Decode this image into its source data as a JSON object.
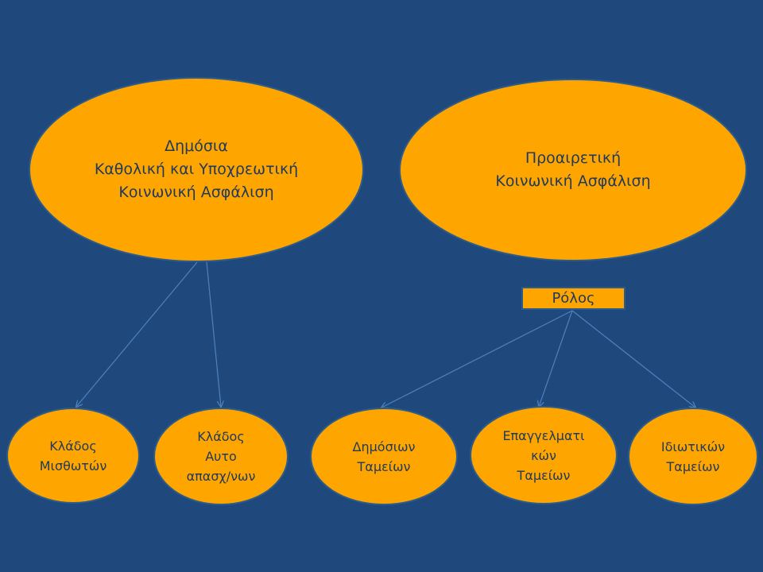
{
  "slide": {
    "background": "#1f497d",
    "node_fill": "#ffa500"
  },
  "nodes": {
    "public_insurance": "Δημόσια\nΚαθολική και Υποχρεωτική\nΚοινωνική Ασφάλιση",
    "voluntary_insurance": "Προαιρετική\nΚοινωνική Ασφάλιση",
    "role": "Ρόλος",
    "employees_branch": "Κλάδος\nΜισθωτών",
    "self_employed_branch": "Κλάδος\nΑυτο\nαπασχ/νων",
    "public_funds": "Δημόσιων\nΤαμείων",
    "professional_funds": "Επαγγελματι\nκών\nΤαμείων",
    "private_funds": "Ιδιωτικών\nΤαμείων"
  }
}
